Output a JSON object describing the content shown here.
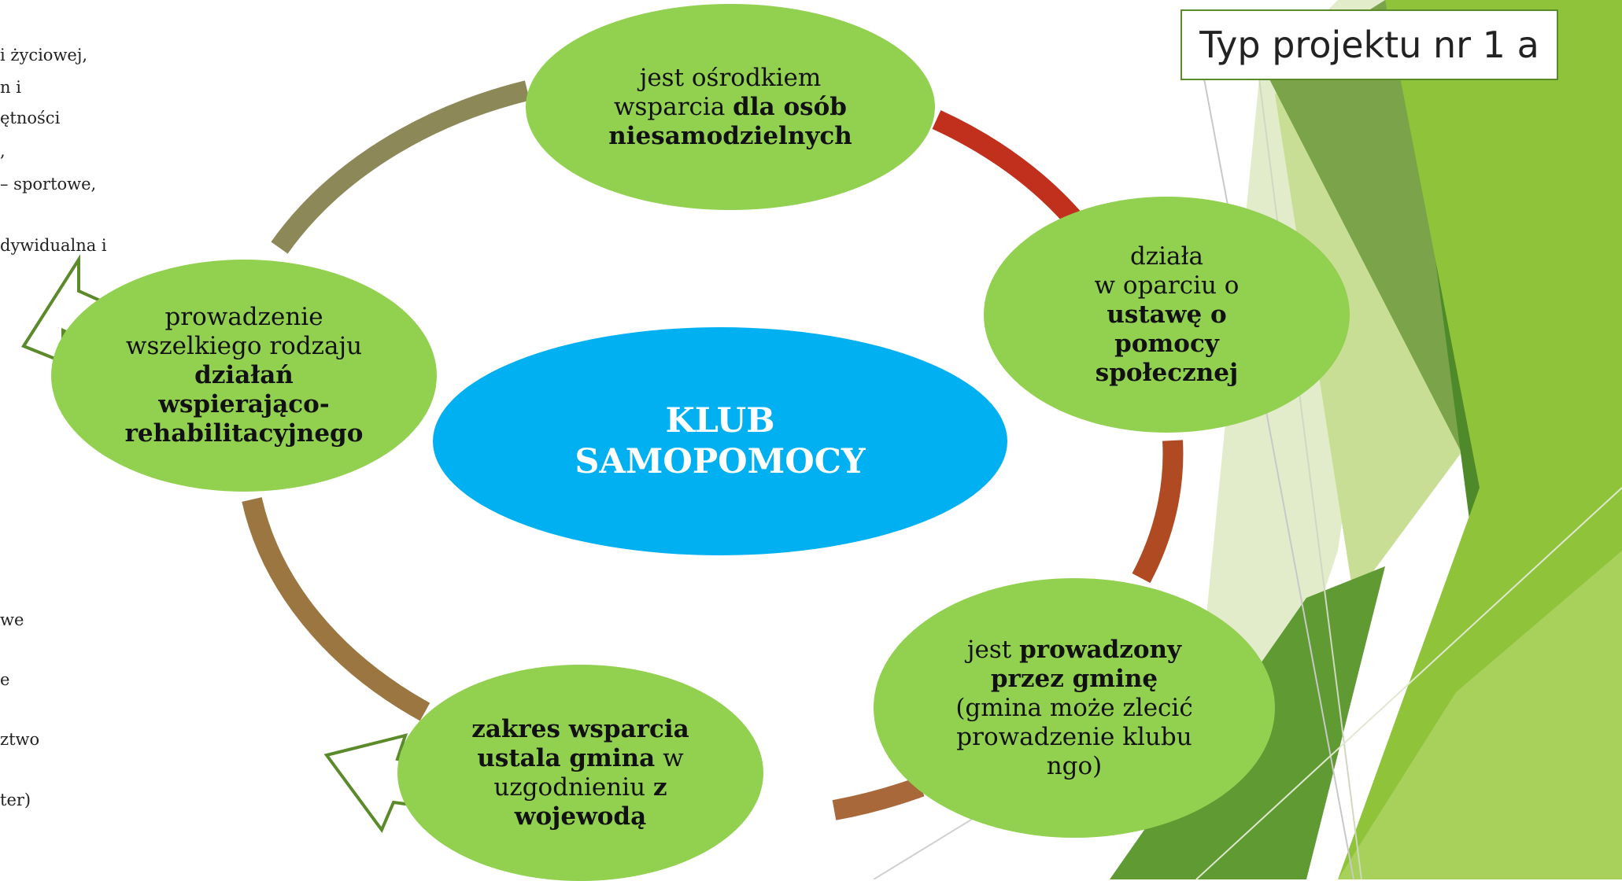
{
  "title": "Typ projektu nr 1 a",
  "center_label": [
    "KLUB",
    "SAMOPOMOCY"
  ],
  "left_fragments": [
    "i życiowej,",
    "n i",
    "ętności",
    ",",
    "– sportowe,",
    "dywidualna i",
    "we",
    "e",
    "ztwo",
    "ter)"
  ],
  "nodes": {
    "top": {
      "l1": "jest ośrodkiem",
      "l2a": "wsparcia ",
      "l2b": "dla osób",
      "l3": "niesamodzielnych"
    },
    "right": {
      "l1": "działa",
      "l2": "w oparciu o",
      "l3": "ustawę o",
      "l4": "pomocy",
      "l5": "społecznej"
    },
    "bottom_right": {
      "l1a": "jest ",
      "l1b": "prowadzony",
      "l2": "przez gminę",
      "l3": "(gmina może zlecić",
      "l4": "prowadzenie klubu",
      "l5": "ngo)"
    },
    "bottom_left": {
      "l1": "zakres wsparcia",
      "l2a": "ustala gmina",
      "l2b": " w",
      "l3a": "uzgodnieniu ",
      "l3b": "z",
      "l4": "wojewodą"
    },
    "left": {
      "l1": "prowadzenie",
      "l2": "wszelkiego rodzaju",
      "l3": "działań",
      "l4": "wspierająco-",
      "l5": "rehabilitacyjnego"
    }
  },
  "colors": {
    "node_fill": "#92d050",
    "center_fill": "#00b0f0",
    "arc_red": "#c0301c",
    "arc_rust": "#b04a22",
    "arc_brown": "#9c7640",
    "arc_olive": "#8c8858",
    "accent_green": "#8fc33a"
  }
}
